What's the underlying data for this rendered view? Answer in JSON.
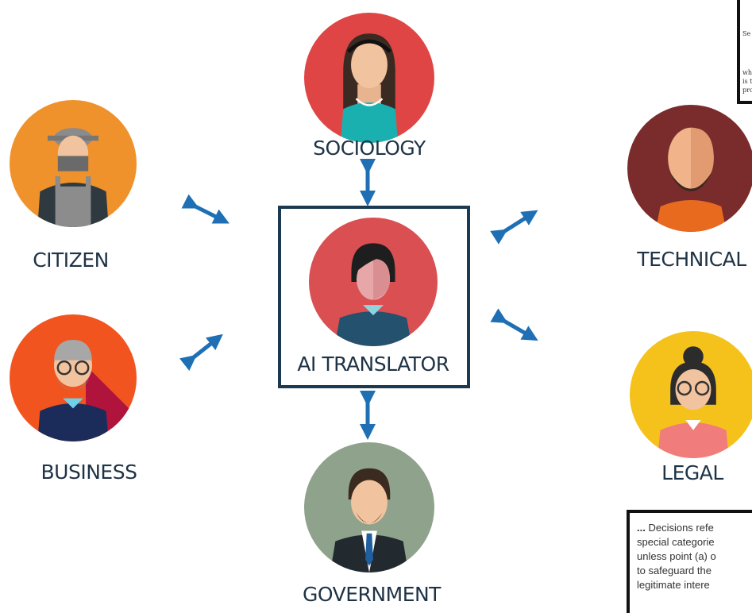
{
  "roles": {
    "sociology": "SOCIOLOGY",
    "citizen": "CITIZEN",
    "technical": "TECHNICAL",
    "legal": "LEGAL",
    "business": "BUSINESS",
    "government": "GOVERNMENT",
    "center": "AI TRANSLATOR"
  },
  "doc_top": {
    "line1": "Se",
    "line2": "wh",
    "line3": "is t",
    "line4": "pro"
  },
  "doc_bottom": {
    "ellipsis": "...",
    "line1": " Decisions refe",
    "line2": "special categorie",
    "line3": "unless point (a) o",
    "line4": "to safeguard the",
    "line5": "legitimate intere"
  },
  "colors": {
    "arrow": "#1f6fb5",
    "box_border": "#1b3a52",
    "label": "#1f3346"
  }
}
